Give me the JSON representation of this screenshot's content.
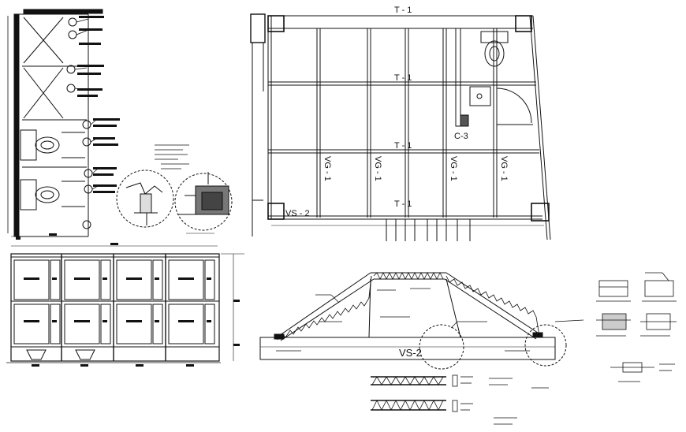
{
  "drawing": {
    "labels": {
      "beam_top": "T - 1",
      "beam_mid_1": "T - 1",
      "beam_mid_2": "T - 1",
      "beam_bottom": "T - 1",
      "column_c3": "C-3",
      "beam_vg_1": "VG - 1",
      "beam_vg_2": "VG - 1",
      "beam_vg_3": "VG - 1",
      "beam_vg_4": "VG - 1",
      "beam_vs2_plan": "VS - 2",
      "beam_vs2_section": "VS-2"
    }
  }
}
